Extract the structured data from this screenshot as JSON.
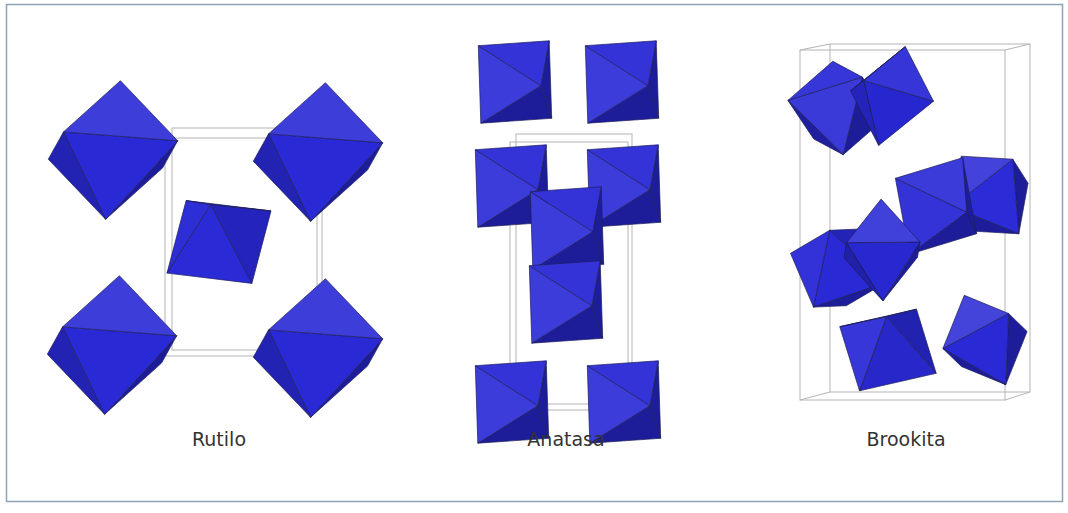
{
  "diagram": {
    "labels": [
      "Rutilo",
      "Anatasa",
      "Brookita"
    ]
  }
}
